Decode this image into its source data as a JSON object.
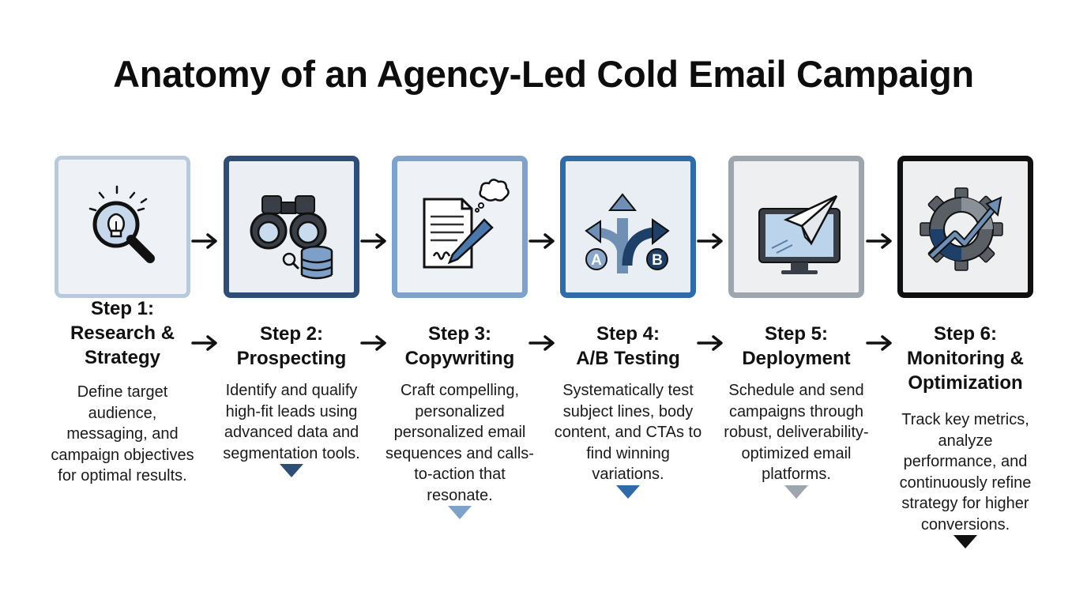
{
  "title": "Anatomy of an Agency-Led Cold Email Campaign",
  "steps": [
    {
      "title_line1": "Step 1:",
      "title_line2": "Research &",
      "title_line3": "Strategy",
      "desc": "Define target audience, messaging, and campaign objectives for optimal results.",
      "icon": "lightbulb-magnifier-icon",
      "border_color": "#b9c9dc"
    },
    {
      "title_line1": "Step 2:",
      "title_line2": "Prospecting",
      "title_line3": "",
      "desc": "Identify and qualify high-fit leads using advanced data and segmentation tools.",
      "icon": "binoculars-database-icon",
      "border_color": "#2f4e76"
    },
    {
      "title_line1": "Step 3:",
      "title_line2": "Copywriting",
      "title_line3": "",
      "desc": "Craft compelling, personalized personalized email sequences and calls-to-action that resonate.",
      "icon": "document-pen-icon",
      "border_color": "#7fa2cb"
    },
    {
      "title_line1": "Step 4:",
      "title_line2": "A/B Testing",
      "title_line3": "",
      "desc": "Systematically test subject lines, body content, and CTAs to find winning variations.",
      "icon": "split-arrows-ab-icon",
      "border_color": "#2f6aa9",
      "icon_labels": {
        "a": "A",
        "b": "B"
      }
    },
    {
      "title_line1": "Step 5:",
      "title_line2": "Deployment",
      "title_line3": "",
      "desc": "Schedule and send campaigns through robust, deliverability-optimized email platforms.",
      "icon": "monitor-paper-plane-icon",
      "border_color": "#9ea5ad"
    },
    {
      "title_line1": "Step 6:",
      "title_line2": "Monitoring &",
      "title_line3": "Optimization",
      "desc": "Track key metrics, analyze performance, and continuously refine strategy for higher conversions.",
      "icon": "gear-trend-arrow-icon",
      "border_color": "#101010"
    }
  ]
}
